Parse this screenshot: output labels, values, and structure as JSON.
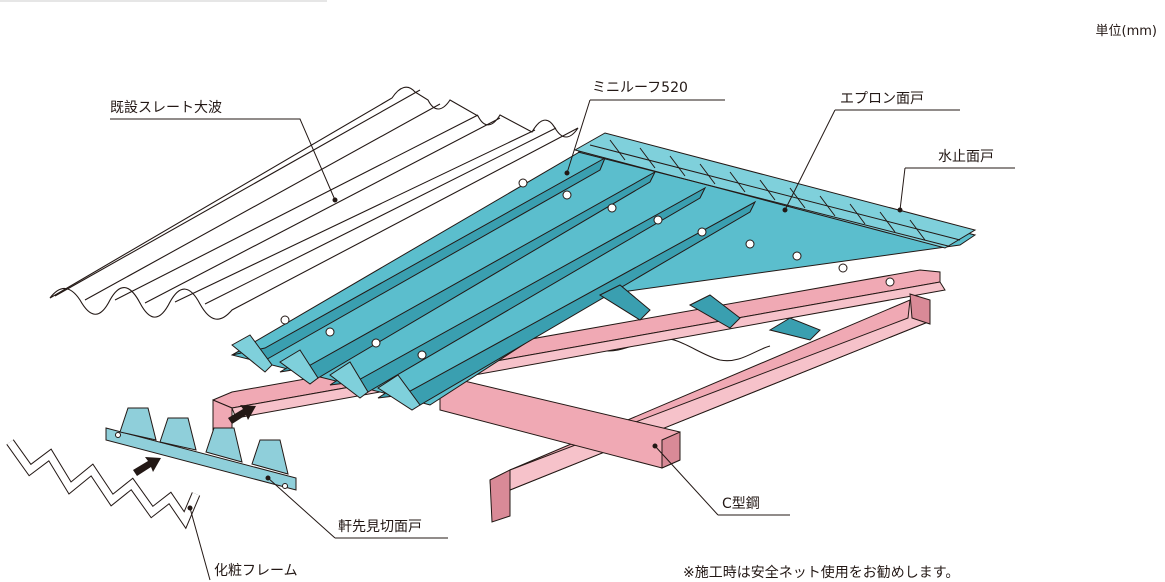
{
  "unit_label": "単位(mm)",
  "note": "※施工時は安全ネット使用をお勧めします。",
  "labels": {
    "existing_slate": "既設スレート大波",
    "mini_roof": "ミニルーフ520",
    "apron_closure": "エプロン面戸",
    "waterstop_closure": "水止面戸",
    "c_steel": "C型鋼",
    "eaves_closure": "軒先見切面戸",
    "fascia_frame": "化粧フレーム"
  },
  "colors": {
    "roof_fill": "#5bbecd",
    "roof_dark": "#3a9fb0",
    "roof_light": "#7fd0db",
    "steel_fill": "#f0a9b4",
    "steel_dark": "#d98a97",
    "line": "#231815",
    "slate_fill": "#ffffff"
  }
}
